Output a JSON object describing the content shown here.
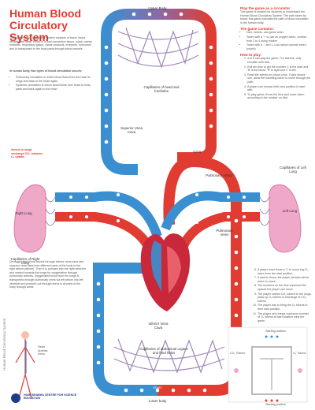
{
  "title": "Human Blood Circulatory System",
  "intro": "The human blood circulatory system consists of blood, blood vessels and heart. Blood is a fluid connective tissue, which carries nutrients, respiratory gases, waste products, enzymes, hormones and is transported to the body parts through blood vessels.",
  "types_heading": "In human body, two types of blood circulation occurs:",
  "types": [
    "Pulmonary circulation in which blood flows from the heart to lungs and back to the heart again.",
    "Systemic circulation in which blood flows from heart to body parts and back again to the heart."
  ],
  "legend_alveoli": "Alveoli in lungs exchange CO₂ releases O₂ uptake",
  "heart_text": "Deoxygenated blood travels through inferior vena cava and superior vena cava from different parts of the body to the right atrium (atrium). Then it is pumped into the right ventricle and carried towards the lungs for oxygenation through pulmonary arteries. Oxygenated blood from the lungs is transported through pulmonary veins via left atrium into left ventricle and pumped out through aorta to all parts of the body through aorta.",
  "body_legend": [
    "Heart",
    "Arteries",
    "Veins"
  ],
  "vertical_label": "Human Blood Circulatory System",
  "logo_text": "HOMI BHABHA CENTRE FOR SCIENCE EDUCATION",
  "right": {
    "play_heading": "Play the game as a circulator",
    "play_text": "This game is created for students to understand the Human Blood Circulatory System. The path taken by blood; this game indicates the path of blood circulation in the human body.",
    "contains_heading": "The game contains:",
    "contains": [
      "Dice, sheets, and game chart",
      "Token with a '+' to use as oxygen token, number from 1 to 4 using marker",
      "Token with a '-' and 1-4 as carbon dioxide token (round)"
    ],
    "how_heading": "How to play:",
    "steps": [
      "4 to 8 can play the game. For starters, only circulate with dice.",
      "Roll the dice to get the number. 1 is the start and 'B' is the blood. 'R' is right and 'L' is left.",
      "Read the events on colour zone. If dice shows one, allow the travelling token to move through the path.",
      "A player can choose their own position to start with.",
      "To play game, throw the dice and move token according to the number on dice.",
      "A player must throw a '1' to move any O₂ token from the start position.",
      "It start to throw, the player decides which token to move.",
      "The numbers on the dice represent the spaces the player can move.",
      "The player carries CO₂ tokens to the lungs, picks up O₂ tokens in exchange of CO₂ tokens.",
      "The player has to bring the O₂ tokens to their start position.",
      "The player who brings maximum number of O₂ tokens at start position wins the game."
    ]
  },
  "labels": {
    "upper_body": "Upper Body",
    "lower_body": "Lower body",
    "cap_head": "Capillaries of head and forelimbs",
    "cap_abdominal": "Capillaries of abdominal organs and hind limbs",
    "superior_vc": "Superior Vena Cava",
    "inferior_vc": "Inferior Vena Cava",
    "aorta": "Aorta",
    "pulm_artery": "Pulmonary Artery",
    "pulm_veins": "Pulmonary Veins",
    "right_lung": "Right Lung",
    "left_lung": "Left Lung",
    "cap_right_lung": "Capillaries of Right Lung",
    "cap_left_lung": "Capillaries of Left Lung",
    "start": "START",
    "start_pos": "Starting position",
    "co2_tokens": "CO₂ Tokens",
    "o2_tokens": "O₂ Tokens"
  },
  "colors": {
    "artery": "#e03c31",
    "vein": "#3a8fd0",
    "lung": "#f0a8c8",
    "heart": "#c8283a"
  }
}
